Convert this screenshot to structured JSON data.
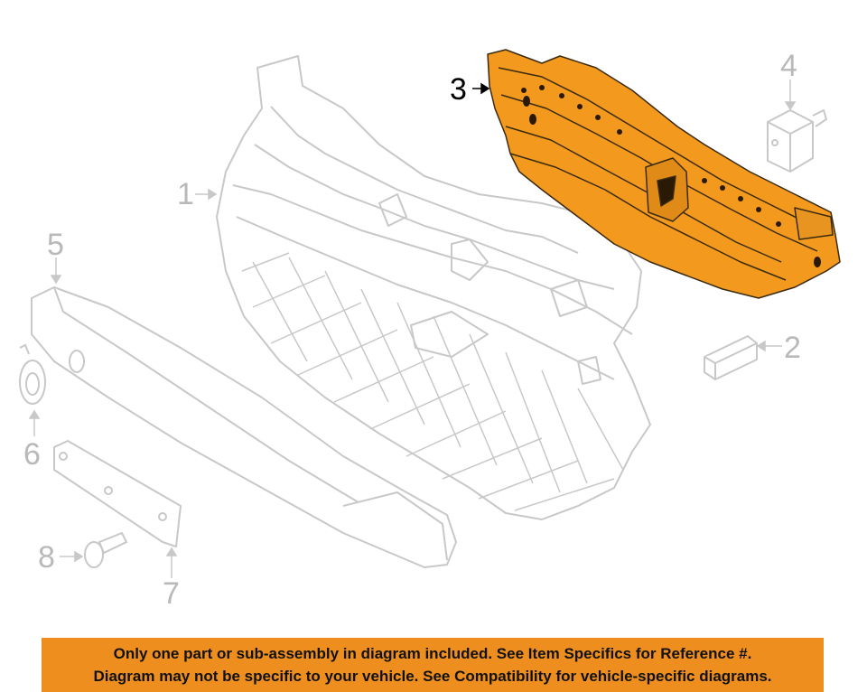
{
  "callouts": {
    "c1": "1",
    "c2": "2",
    "c3": "3",
    "c4": "4",
    "c5": "5",
    "c6": "6",
    "c7": "7",
    "c8": "8"
  },
  "highlight_color": "#f39a1e",
  "line_color": "#c8c8c8",
  "banner": {
    "line1": "Only one part or sub-assembly in diagram included. See Item Specifics for Reference #.",
    "line2": "Diagram may not be specific to your vehicle. See Compatibility for vehicle-specific diagrams.",
    "color": "#ee8e1f"
  }
}
